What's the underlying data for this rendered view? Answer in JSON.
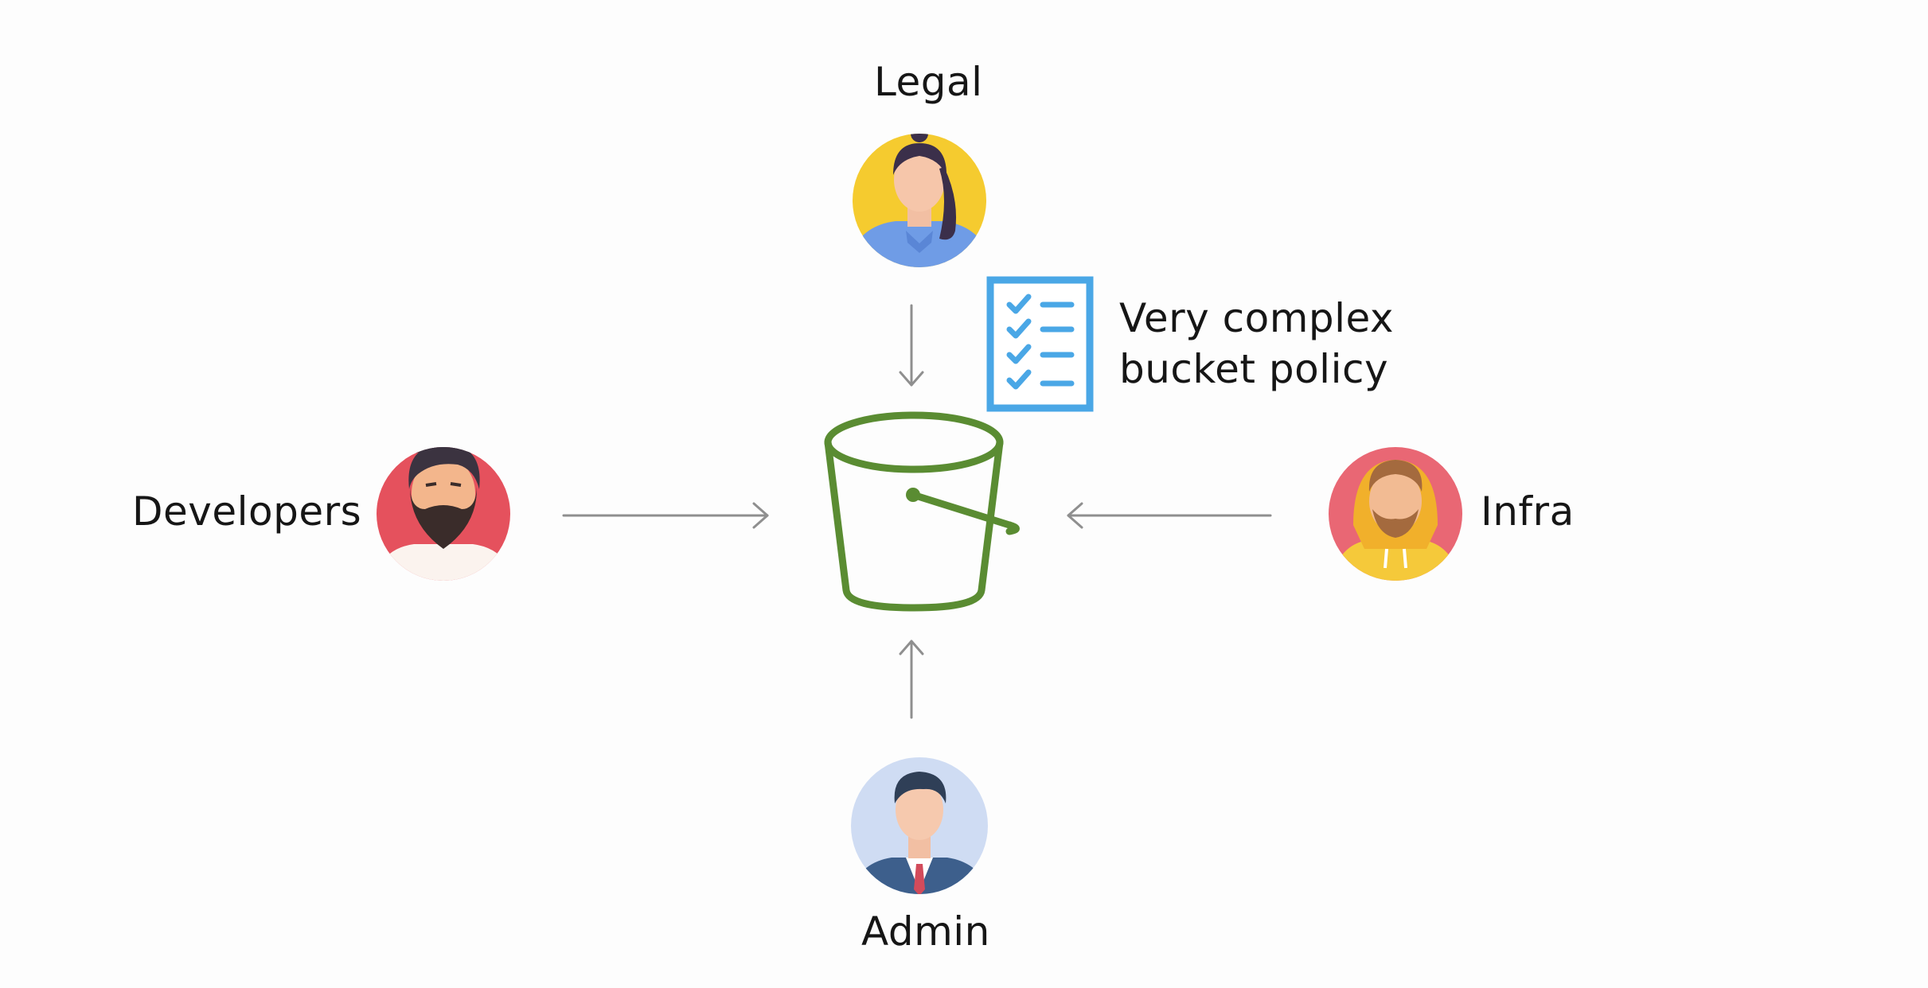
{
  "actors": {
    "legal": {
      "label": "Legal",
      "avatar_icon": "woman-avatar-icon",
      "bg": "#f5cb2f"
    },
    "developers": {
      "label": "Developers",
      "avatar_icon": "bearded-man-avatar-icon",
      "bg": "#e5515d"
    },
    "infra": {
      "label": "Infra",
      "avatar_icon": "man-hoodie-avatar-icon",
      "bg": "#e96774"
    },
    "admin": {
      "label": "Admin",
      "avatar_icon": "businessman-avatar-icon",
      "bg": "#cfdcf3"
    }
  },
  "bucket": {
    "icon": "s3-bucket-icon",
    "color": "#5a8c32"
  },
  "policy": {
    "icon": "checklist-icon",
    "color": "#4aa7e6",
    "line1": "Very complex",
    "line2": "bucket policy"
  },
  "arrow_color": "#8f8f8f"
}
